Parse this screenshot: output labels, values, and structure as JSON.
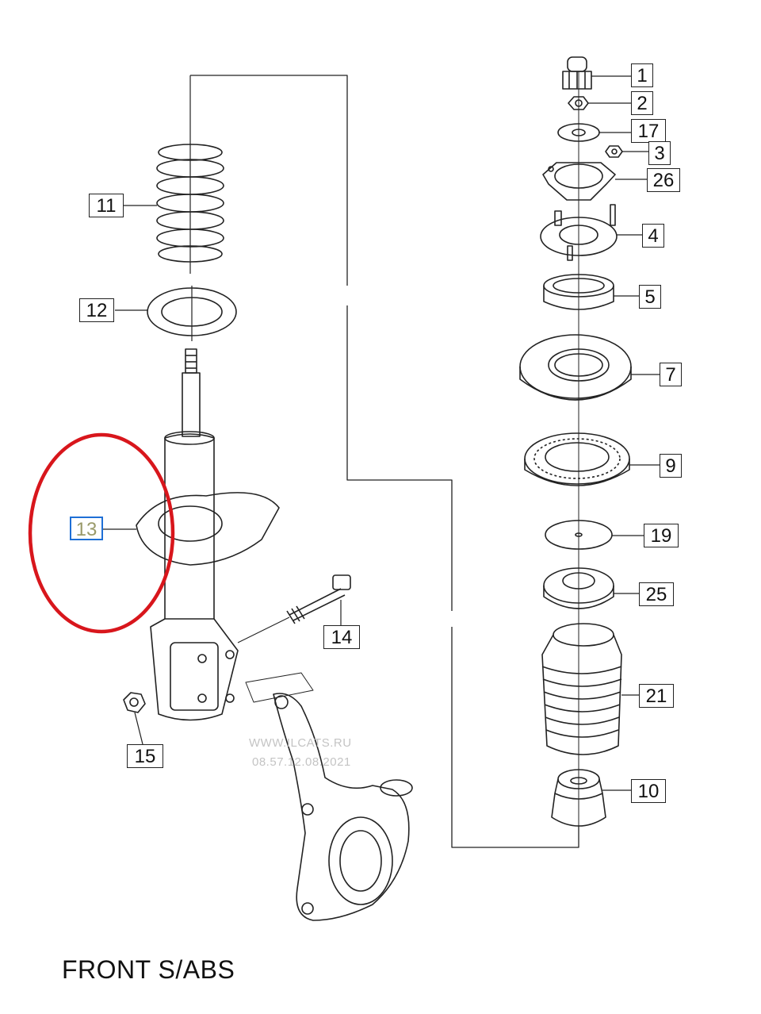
{
  "diagram": {
    "caption": "FRONT S/ABS",
    "watermark": [
      "WWW.ILCATS.RU",
      "08.57.12.08.2021"
    ],
    "highlighted_part": "13",
    "callouts": {
      "c1": "1",
      "c2": "2",
      "c17": "17",
      "c3": "3",
      "c26": "26",
      "c4": "4",
      "c5": "5",
      "c7": "7",
      "c9": "9",
      "c19": "19",
      "c25": "25",
      "c21": "21",
      "c10": "10",
      "c11": "11",
      "c12": "12",
      "c13": "13",
      "c14": "14",
      "c15": "15"
    },
    "colors": {
      "line": "#222222",
      "highlight_box": "#1e6fd6",
      "circle": "#d8161c"
    }
  }
}
